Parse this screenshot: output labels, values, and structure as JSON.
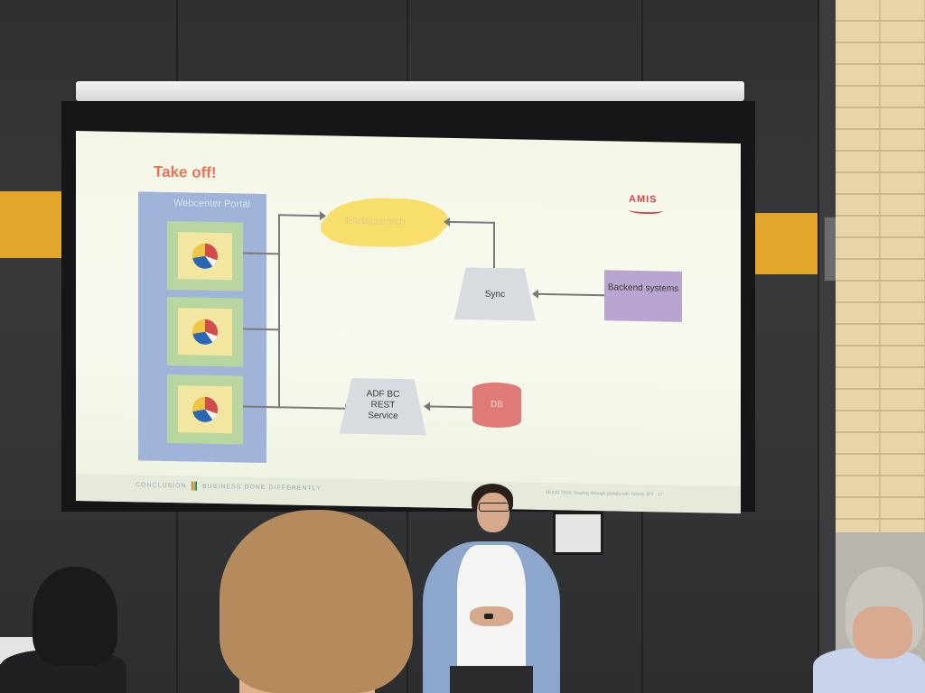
{
  "slide": {
    "title": "Take off!",
    "logo": "AMIS",
    "portal_label": "Webcenter Portal",
    "elasticsearch_label": "Elasticsearch",
    "sync_label": "Sync",
    "backend_label": "Backend systems",
    "adf_label": "ADF BC REST Service",
    "db_label": "DB",
    "footer_left": "CONCLUSION",
    "footer_tagline": "BUSINESS DONE DIFFERENTLY",
    "footer_right": "MOUG 2018: Soaring through portals with Oracle JET · 17"
  },
  "colors": {
    "title": "#e8735b",
    "logo": "#d8464d",
    "portal": "#9fb4d8",
    "cloud": "#f8de6a",
    "backend": "#b9a6d0",
    "db": "#e07a78",
    "wall_stripe": "#e2a62a"
  },
  "icons": [
    "pie-chart-icon",
    "pie-chart-icon",
    "pie-chart-icon"
  ]
}
